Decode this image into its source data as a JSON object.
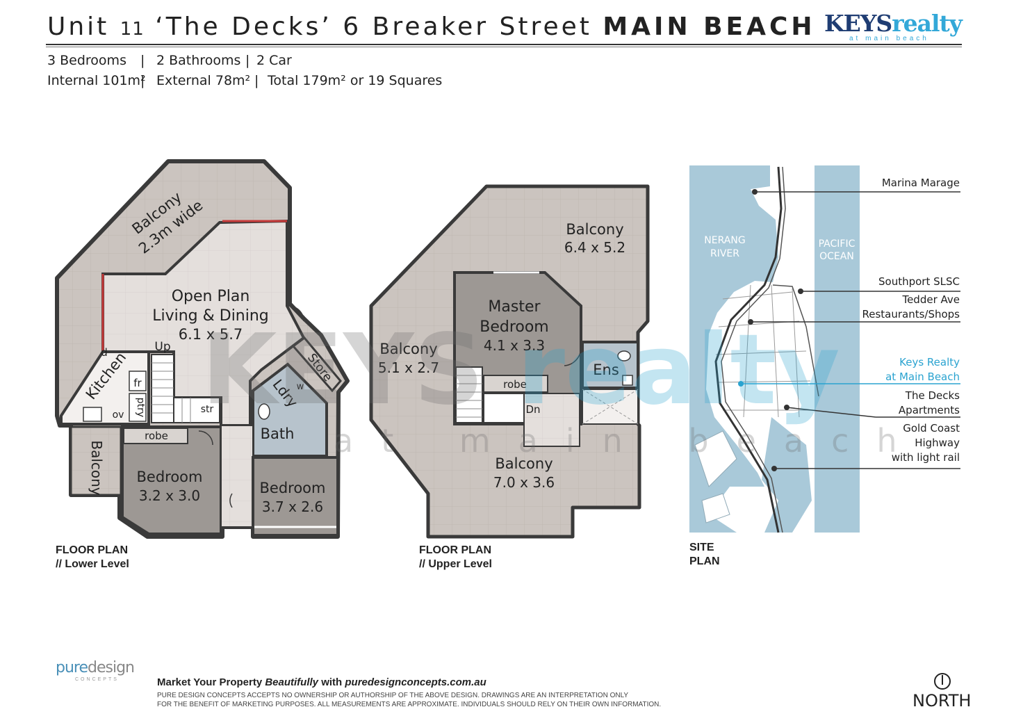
{
  "header": {
    "title_prefix": "Unit",
    "unit_number": "11",
    "title_middle": "‘The Decks’ 6 Breaker Street",
    "title_suburb": "MAIN BEACH"
  },
  "brand": {
    "name_part1": "KEYS",
    "name_part2": "realty",
    "tagline": "at main beach",
    "colors": {
      "navy": "#1f3d73",
      "blue": "#33a8d8"
    }
  },
  "specs": {
    "bedrooms": "3 Bedrooms",
    "bathrooms": "2 Bathrooms",
    "car": "2 Car",
    "internal": "Internal 101m²",
    "external": "External 78m²",
    "total": "Total 179m² or 19 Squares",
    "separator": "|"
  },
  "lower_plan": {
    "label_line1": "FLOOR PLAN",
    "label_line2": "// Lower Level",
    "rooms": {
      "balcony_top_name": "Balcony",
      "balcony_top_size": "2.3m wide",
      "living_line1": "Open Plan",
      "living_line2": "Living & Dining",
      "living_size": "6.1 x 5.7",
      "up": "Up",
      "kitchen": "Kitchen",
      "kitchen_d": "d",
      "fr": "fr",
      "ptry": "ptry",
      "ov": "ov",
      "str": "str",
      "store": "Store",
      "ldry": "Ldry",
      "w": "w",
      "bath": "Bath",
      "robe": "robe",
      "bedroom_left_name": "Bedroom",
      "bedroom_left_size": "3.2 x 3.0",
      "bedroom_right_name": "Bedroom",
      "bedroom_right_size": "3.7 x 2.6",
      "balcony_side": "Balcony"
    }
  },
  "upper_plan": {
    "label_line1": "FLOOR PLAN",
    "label_line2": "// Upper Level",
    "rooms": {
      "balcony_ne_name": "Balcony",
      "balcony_ne_size": "6.4 x 5.2",
      "master_line1": "Master",
      "master_line2": "Bedroom",
      "master_size": "4.1 x 3.3",
      "balcony_w_name": "Balcony",
      "balcony_w_size": "5.1 x 2.7",
      "ens": "Ens",
      "robe": "robe",
      "dn": "Dn",
      "balcony_s_name": "Balcony",
      "balcony_s_size": "7.0 x 3.6"
    }
  },
  "site_plan": {
    "label_line1": "SITE",
    "label_line2": "PLAN",
    "water_left_line1": "NERANG",
    "water_left_line2": "RIVER",
    "water_right_line1": "PACIFIC",
    "water_right_line2": "OCEAN",
    "colors": {
      "water": "#a9c9d9",
      "land": "#ffffff",
      "road": "#333333",
      "highlight": "#2aa3d0"
    },
    "labels": {
      "marina": "Marina Marage",
      "southport": "Southport SLSC",
      "tedder_line1": "Tedder Ave",
      "tedder_line2": "Restaurants/Shops",
      "keys_line1": "Keys Realty",
      "keys_line2": "at Main Beach",
      "decks_line1": "The Decks",
      "decks_line2": "Apartments",
      "highway_line1": "Gold Coast",
      "highway_line2": "Highway",
      "highway_line3": "with light rail"
    }
  },
  "watermark": {
    "line1_part1": "KEYS",
    "line1_part2": "realty",
    "line2": "at main beach"
  },
  "footer": {
    "promo_part1": "Market Your Property",
    "promo_part2": "Beautifully",
    "promo_part3": "with",
    "promo_part4": "puredesignconcepts.com.au",
    "disclaimer_line1": "PURE DESIGN CONCEPTS ACCEPTS NO OWNERSHIP OR AUTHORSHIP OF THE ABOVE DESIGN. DRAWINGS ARE AN INTERPRETATION ONLY",
    "disclaimer_line2": "FOR THE BENEFIT OF MARKETING PURPOSES. ALL MEASUREMENTS ARE APPROXIMATE. INDIVIDUALS SHOULD RELY ON THEIR OWN INFORMATION.",
    "pd_logo_part1": "pure",
    "pd_logo_part2": "design",
    "pd_logo_sub": "CONCEPTS",
    "north": "NORTH"
  }
}
